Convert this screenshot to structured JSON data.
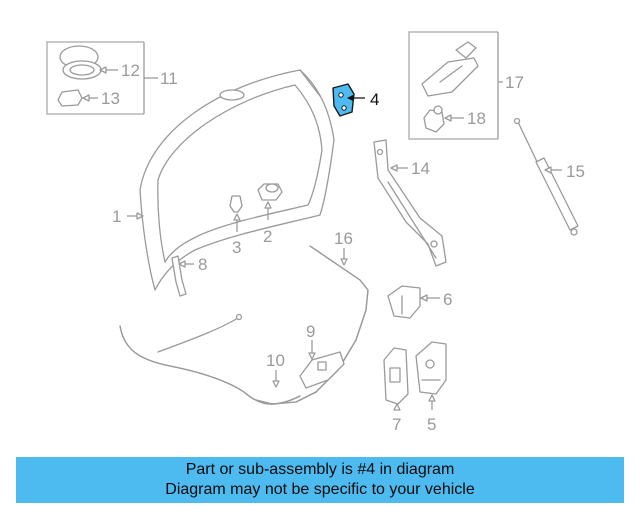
{
  "banner": {
    "line1": "Part or sub-assembly is #4 in diagram",
    "line2": "Diagram may not be specific to your vehicle",
    "color": "#4dbbf0"
  },
  "highlight_color": "#4dbbf0",
  "callouts": {
    "c1": "1",
    "c2": "2",
    "c3": "3",
    "c4": "4",
    "c5": "5",
    "c6": "6",
    "c7": "7",
    "c8": "8",
    "c9": "9",
    "c10": "10",
    "c11": "11",
    "c12": "12",
    "c13": "13",
    "c14": "14",
    "c15": "15",
    "c16": "16",
    "c17": "17",
    "c18": "18"
  }
}
